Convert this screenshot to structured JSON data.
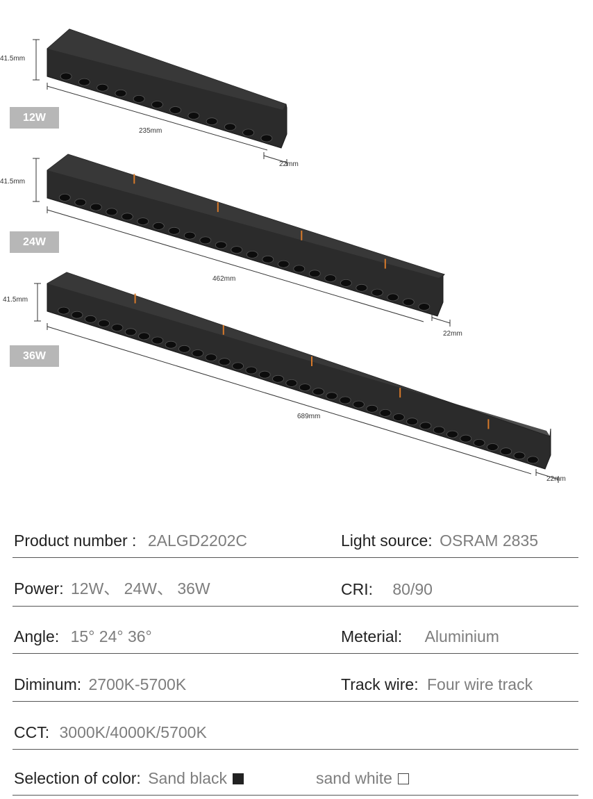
{
  "products": [
    {
      "badge": "12W",
      "height": "41.5mm",
      "length": "235mm",
      "width": "22mm",
      "leds": 12,
      "markers": 0
    },
    {
      "badge": "24W",
      "height": "41.5mm",
      "length": "462mm",
      "width": "22mm",
      "leds": 24,
      "markers": 4
    },
    {
      "badge": "36W",
      "height": "41.5mm",
      "length": "689mm",
      "width": "22mm",
      "leds": 36,
      "markers": 5
    }
  ],
  "specs": {
    "product_number": {
      "label": "Product number :",
      "value": "2ALGD2202C"
    },
    "light_source": {
      "label": "Light source:",
      "value": "OSRAM 2835"
    },
    "power": {
      "label": "Power:",
      "value": "12W、 24W、 36W"
    },
    "cri": {
      "label": "CRI:",
      "value": "80/90"
    },
    "angle": {
      "label": "Angle:",
      "value": "15° 24° 36°"
    },
    "material": {
      "label": "Meterial:",
      "value": "Aluminium"
    },
    "dimming": {
      "label": "Diminum:",
      "value": "2700K-5700K"
    },
    "track_wire": {
      "label": "Track wire:",
      "value": "Four wire track"
    },
    "cct": {
      "label": "CCT:",
      "value": "3000K/4000K/5700K"
    },
    "color": {
      "label": "Selection of color:",
      "option1": "Sand black",
      "option2": "sand white"
    }
  }
}
